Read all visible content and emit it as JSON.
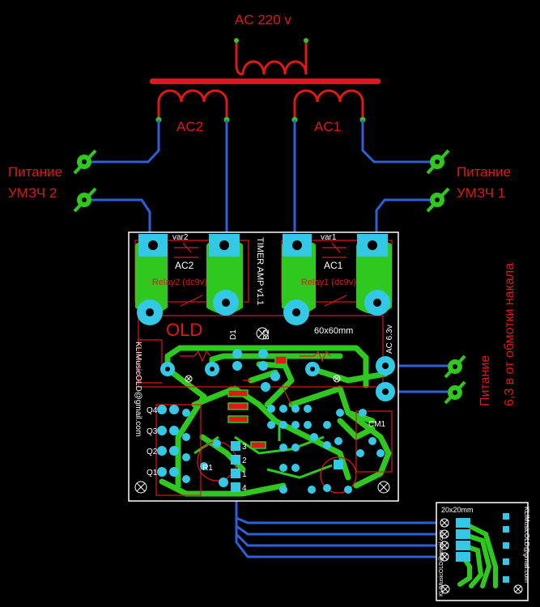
{
  "transformer": {
    "primary_label": "AC 220 v",
    "secondary_left": "AC2",
    "secondary_right": "AC1"
  },
  "power_labels": {
    "left_line1": "Питание",
    "left_line2": "УМЗЧ 2",
    "right_line1": "Питание",
    "right_line2": "УМЗЧ 1",
    "heater_line1": "Питание",
    "heater_line2": "6,3 в от обмотки накала"
  },
  "main_board": {
    "var2": "var2",
    "var1": "var1",
    "ac2": "AC2",
    "ac1": "AC1",
    "relay2": "Relay2 (dc9v)",
    "relay1": "Relay1 (dc9v)",
    "timer": "TIMER AMP v1.1",
    "old": "OLD",
    "size": "60x60mm",
    "ac63": "AC 6.3v",
    "email": "KLIMusicOLD@gmail.com",
    "d1": "D1",
    "d2": "D2",
    "q4": "Q4",
    "q3": "Q3",
    "q2": "Q2",
    "q1": "Q1",
    "r1": "R1",
    "cm1": "CM1",
    "pins": [
      "3",
      "2",
      "1",
      "4"
    ]
  },
  "small_board": {
    "size": "20x20mm",
    "email": "KLIMusicOLD@gmail.com",
    "email2": "KLIMusicOLD@gmail.com"
  },
  "colors": {
    "red": "#e01818",
    "blue": "#2f5fd8",
    "green": "#2ec81e",
    "cyan": "#33c9e6",
    "yellow": "#e8e81a",
    "white": "#ffffff"
  }
}
